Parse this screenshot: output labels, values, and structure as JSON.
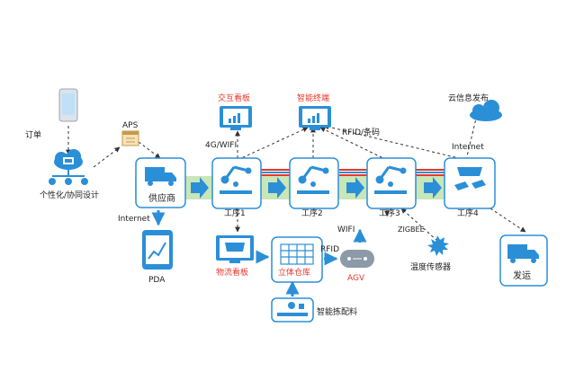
{
  "colors": {
    "primary": "#2b8fd8",
    "accent_red": "#e8372b",
    "flow_green": "#c9e6b8",
    "text": "#222222"
  },
  "nodes": {
    "order": {
      "label": "订单",
      "icon": "smartphone-icon"
    },
    "custom_design": {
      "label": "个性化/协同设计",
      "icon": "cloud-network-icon"
    },
    "aps": {
      "label": "APS",
      "icon": "calendar-icon"
    },
    "supplier": {
      "label": "供应商",
      "icon": "truck-icon"
    },
    "pda": {
      "label": "PDA",
      "icon": "tablet-icon"
    },
    "step1": {
      "label": "工序1",
      "icon": "robot-arm-icon"
    },
    "step2": {
      "label": "工序2",
      "icon": "robot-arm-icon"
    },
    "step3": {
      "label": "工序3",
      "icon": "robot-arm-icon"
    },
    "step4": {
      "label": "工序4",
      "icon": "solar-panel-icon"
    },
    "interactive_board": {
      "label": "交互看板",
      "icon": "monitor-chart-icon"
    },
    "smart_terminal": {
      "label": "智能终端",
      "icon": "monitor-chart-icon"
    },
    "cloud_publish": {
      "label": "云信息发布",
      "icon": "cloud-icon"
    },
    "logistics_board": {
      "label": "物流看板",
      "icon": "monitor-solar-icon"
    },
    "warehouse": {
      "label": "立体仓库",
      "icon": "shelf-grid-icon"
    },
    "agv": {
      "label": "AGV",
      "icon": "agv-icon"
    },
    "picking": {
      "label": "智能拣配料",
      "icon": "picking-station-icon"
    },
    "temp_sensor": {
      "label": "温度传感器",
      "icon": "sensor-burst-icon"
    },
    "shipping": {
      "label": "发运",
      "icon": "truck-icon"
    }
  },
  "links": {
    "internet_pda": "Internet",
    "wifi_4g": "4G/WIFI",
    "rfid_barcode": "RFID/条码",
    "internet_cloud": "Internet",
    "wifi": "WIFI",
    "zigbee": "ZIGBEE",
    "rfid": "RFID"
  }
}
